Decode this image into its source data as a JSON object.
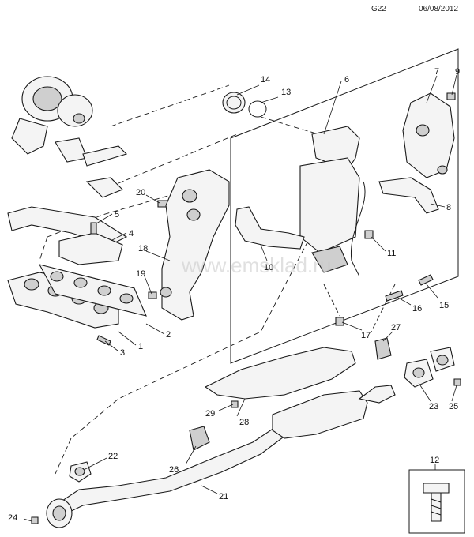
{
  "header": {
    "code": "G22",
    "date": "06/08/2012"
  },
  "watermark": "www.emsklad.ru",
  "callouts": [
    "1",
    "2",
    "3",
    "4",
    "5",
    "6",
    "7",
    "8",
    "9",
    "10",
    "11",
    "12",
    "13",
    "14",
    "15",
    "16",
    "17",
    "18",
    "19",
    "20",
    "21",
    "22",
    "23",
    "24",
    "25",
    "26",
    "27",
    "28",
    "29"
  ]
}
